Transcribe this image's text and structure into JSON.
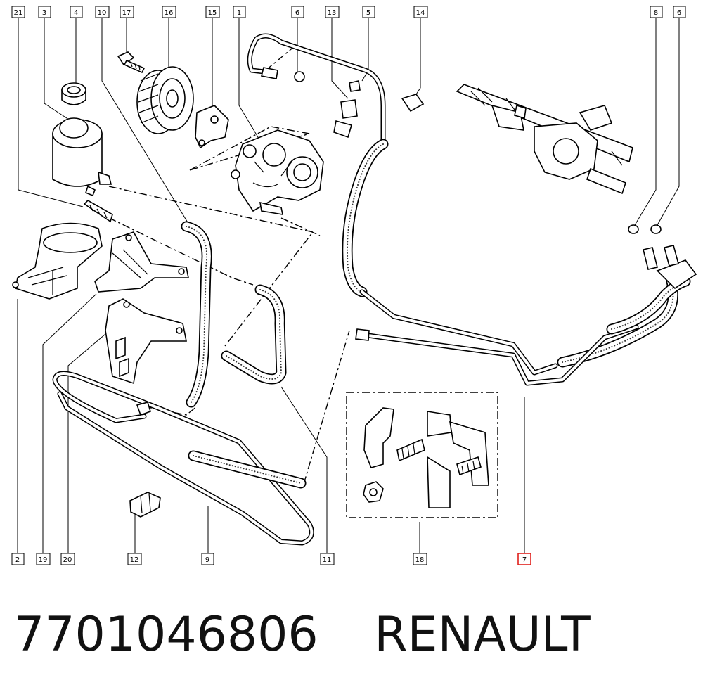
{
  "callouts": {
    "c21": "21",
    "c3": "3",
    "c4": "4",
    "c10": "10",
    "c17": "17",
    "c16": "16",
    "c15": "15",
    "c1": "1",
    "c6a": "6",
    "c13": "13",
    "c5": "5",
    "c14": "14",
    "c8": "8",
    "c6b": "6",
    "c2": "2",
    "c19": "19",
    "c20": "20",
    "c12": "12",
    "c9": "9",
    "c11": "11",
    "c18": "18",
    "c7": "7"
  },
  "highlight_color": "#e0201c",
  "footer": {
    "part_number": "7701046806",
    "brand": "RENAULT"
  }
}
